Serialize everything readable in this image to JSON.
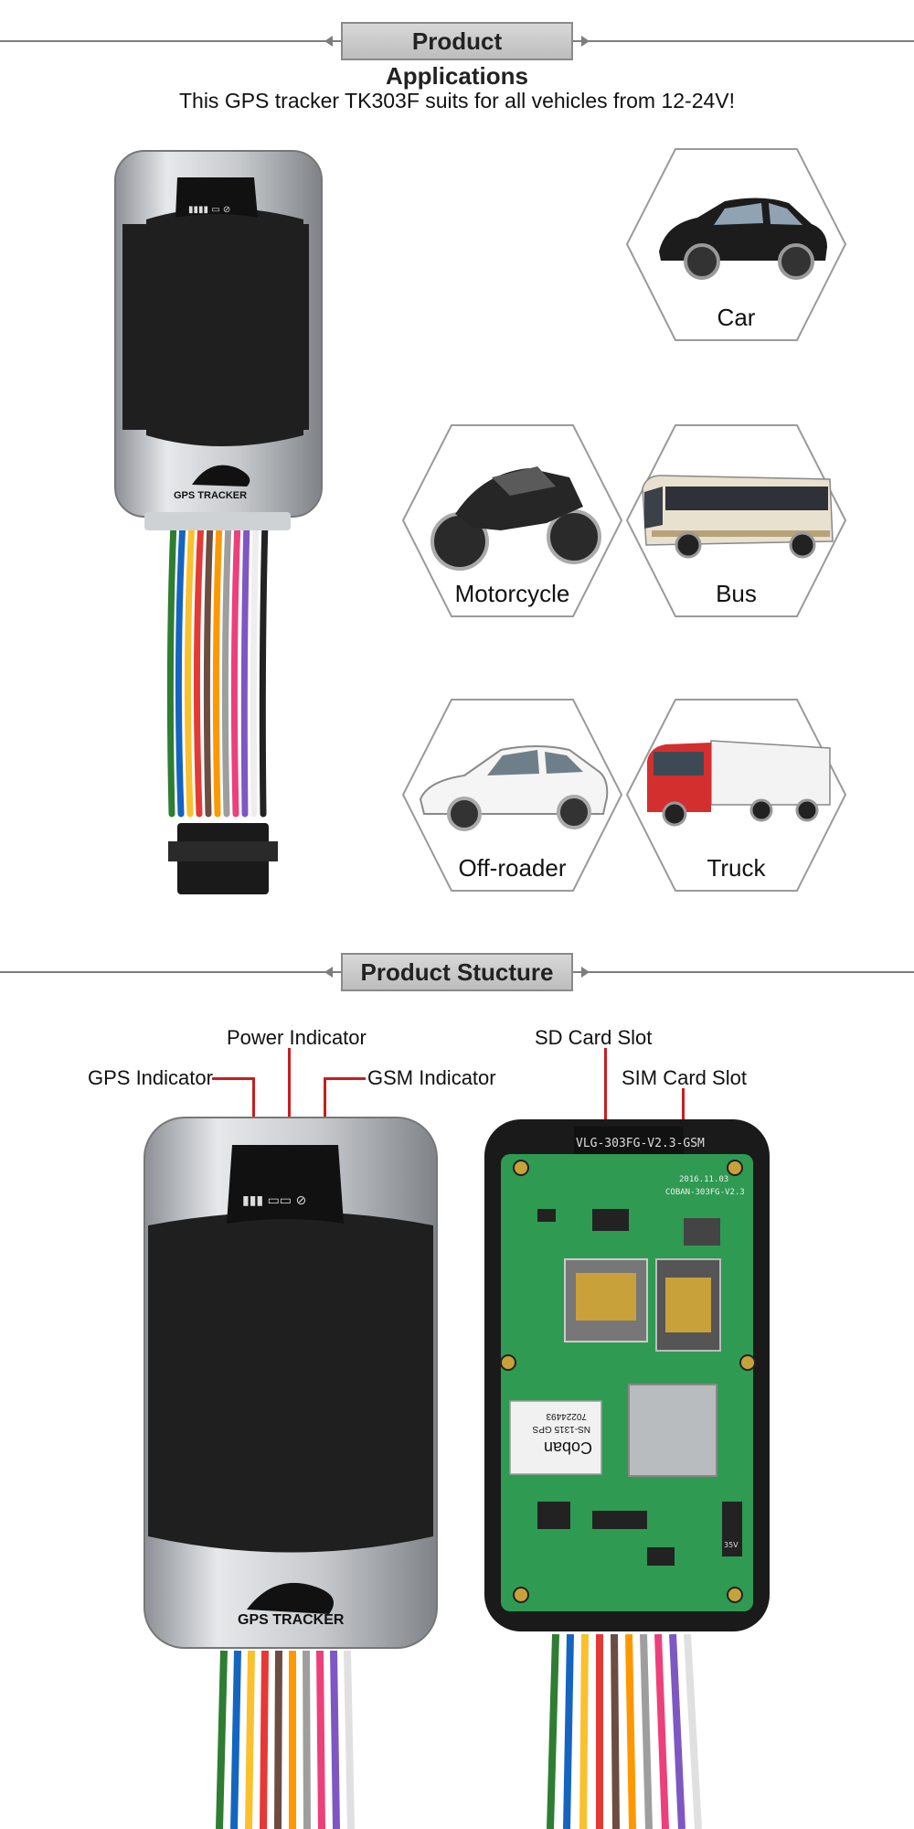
{
  "sections": {
    "applications_title": "Product Applications",
    "structure_title": "Product Stucture"
  },
  "subtitle": "This GPS tracker TK303F suits for all vehicles from 12-24V!",
  "vehicles": [
    {
      "label": "Car",
      "icon": "car-icon"
    },
    {
      "label": "Motorcycle",
      "icon": "motorcycle-icon"
    },
    {
      "label": "Bus",
      "icon": "bus-icon"
    },
    {
      "label": "Off-roader",
      "icon": "sedan-icon"
    },
    {
      "label": "Truck",
      "icon": "truck-icon"
    }
  ],
  "device": {
    "brand_label": "GPS TRACKER"
  },
  "structure_labels": {
    "power": "Power Indicator",
    "gps": "GPS Indicator",
    "gsm": "GSM Indicator",
    "sd": "SD Card Slot",
    "sim": "SIM Card Slot"
  },
  "pcb": {
    "model_text": "VLG-303FG-V2.3-GSM",
    "date_text": "2016.11.03",
    "board_text": "COBAN-303FG-V2.3",
    "module_brand": "Coban",
    "module_model": "NS-1315 GPS",
    "module_code": "70224493",
    "cap_text": "35V"
  },
  "colors": {
    "accent_red": "#c81e1e",
    "pcb_green": "#2f9a52",
    "device_black": "#1f1f1f",
    "silver": "#c9ccd0"
  }
}
